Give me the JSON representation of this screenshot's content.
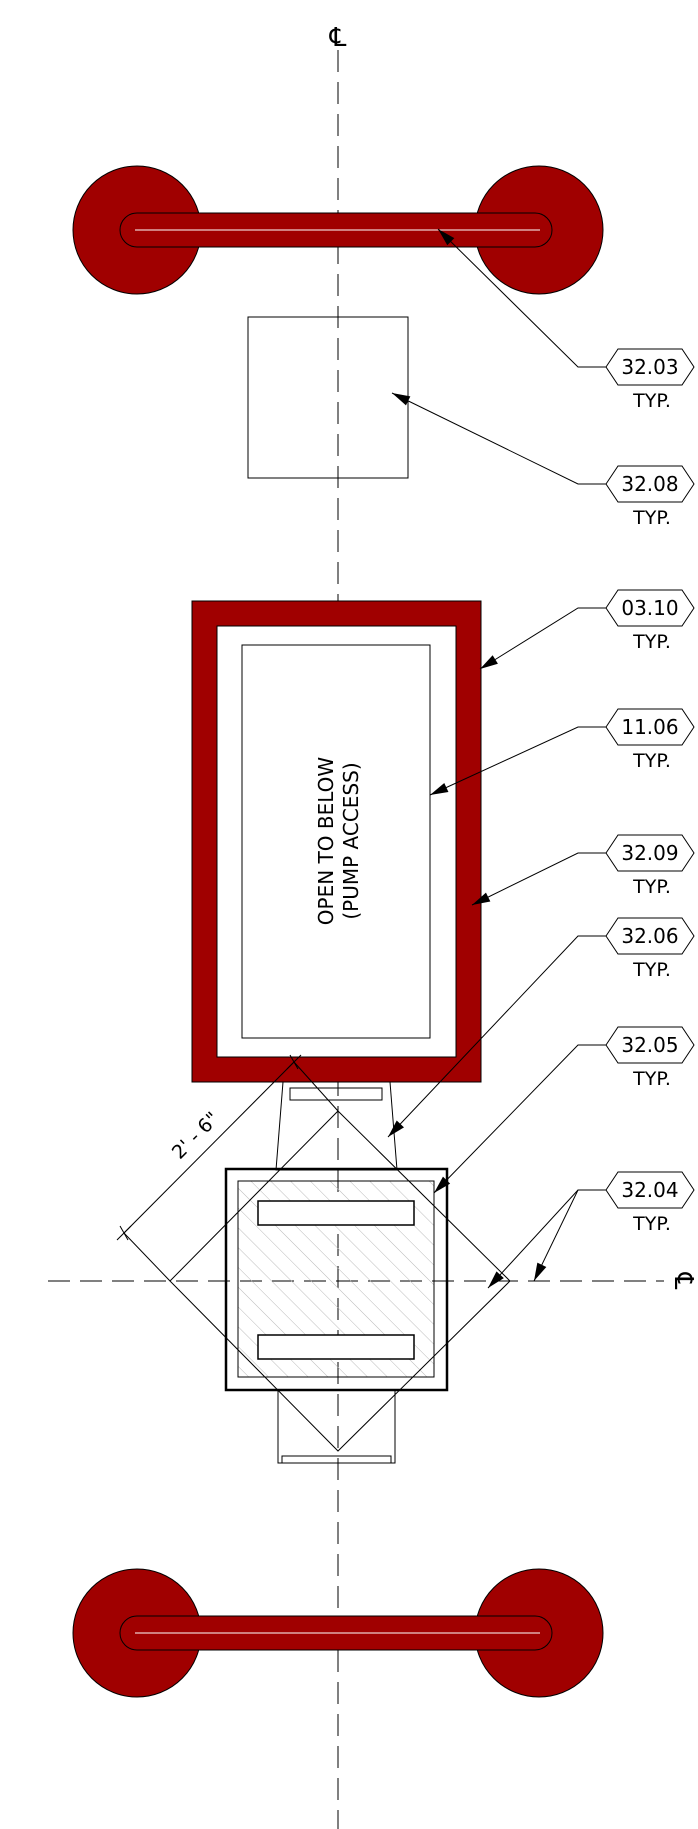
{
  "drawing": {
    "colors": {
      "fill_red": "#a00000",
      "line": "#000000",
      "hatch": "#bbbbbb"
    },
    "centerline_symbol": "℄",
    "opening_note": {
      "line1": "OPEN TO BELOW",
      "line2": "(PUMP ACCESS)"
    },
    "dimension": {
      "label": "2' - 6\""
    },
    "keynotes": [
      {
        "tag": "32.03",
        "qualifier": "TYP."
      },
      {
        "tag": "32.08",
        "qualifier": "TYP."
      },
      {
        "tag": "03.10",
        "qualifier": "TYP."
      },
      {
        "tag": "11.06",
        "qualifier": "TYP."
      },
      {
        "tag": "32.09",
        "qualifier": "TYP."
      },
      {
        "tag": "32.06",
        "qualifier": "TYP."
      },
      {
        "tag": "32.05",
        "qualifier": "TYP."
      },
      {
        "tag": "32.04",
        "qualifier": "TYP."
      }
    ]
  }
}
